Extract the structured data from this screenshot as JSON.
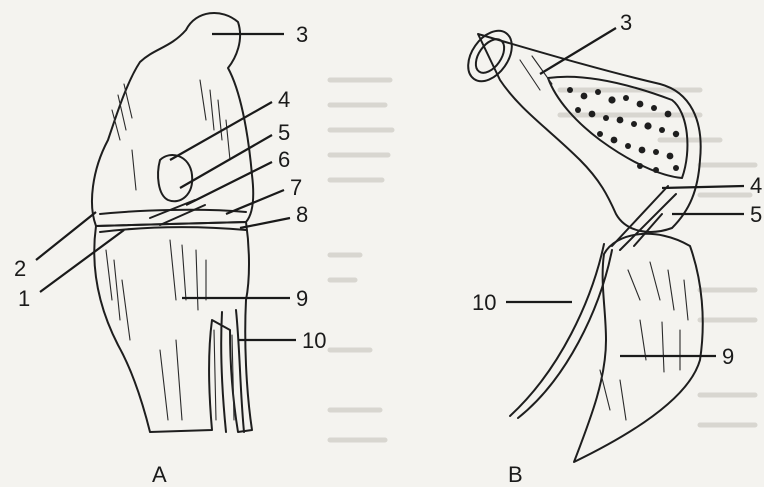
{
  "figure": {
    "panels": [
      {
        "id": "A",
        "label": "A"
      },
      {
        "id": "B",
        "label": "B"
      }
    ],
    "callouts_A": [
      "1",
      "2",
      "3",
      "4",
      "5",
      "6",
      "7",
      "8",
      "9",
      "10"
    ],
    "callouts_B": [
      "3",
      "4",
      "5",
      "9",
      "10"
    ]
  },
  "colors": {
    "paper": "#f4f3ef",
    "ink": "#1e1e1e",
    "bone_fill": "#f6f5f1"
  }
}
